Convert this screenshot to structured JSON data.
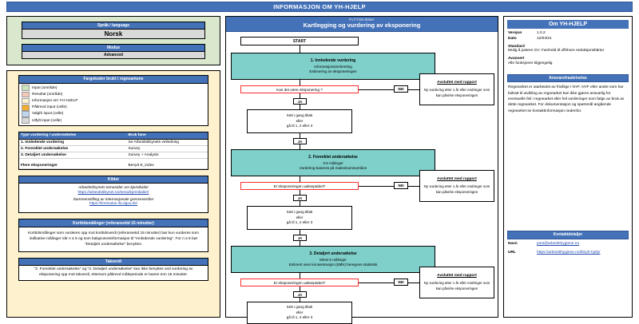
{
  "header": {
    "title": "INFORMASJON OM YH-HJELP"
  },
  "settings": {
    "language": {
      "label": "Språk  / language",
      "value": "Norsk"
    },
    "mode": {
      "label": "Modus",
      "value": "Advanced"
    }
  },
  "legend": {
    "title": "Fargekoder brukt i regnearkene",
    "items": [
      {
        "label": "Input (område)",
        "color": "#c9e3bc"
      },
      {
        "label": "Resultat (område)",
        "color": "#f4c9b8"
      },
      {
        "label": "Informasjon om YH-HJELP",
        "color": "#fdf2cd"
      },
      {
        "label": "Påkrevd input (celle)",
        "color": "#f2ad2e"
      },
      {
        "label": "Valgfri input (celle)",
        "color": "#bdd7ee"
      },
      {
        "label": "Utfylt input (celle)",
        "color": "#d9d9d9"
      }
    ]
  },
  "assessment_table": {
    "columns": [
      "Type vurdering / undersøkelse",
      "Bruk fane"
    ],
    "rows": [
      {
        "type": "1. Innledende vurdering",
        "use": "Se Arbeidstilsynets veiledning"
      },
      {
        "type": "2. Forenklet undersøkelse",
        "use": "Survey"
      },
      {
        "type": "3. Detaljert undersøkelse",
        "use": "Survey + Analysis"
      }
    ],
    "footer": {
      "type": "Flere eksponeringer",
      "use": "Benytt E_index"
    }
  },
  "sources": {
    "title": "Kilder",
    "entries": [
      {
        "text": "Arbeidstilsynets temasider om kjemikalier",
        "url": "https://arbeidstilsynet.no/tema/kjemikalier/"
      },
      {
        "text": "Sammenstilling av internasjonale grenseverdier",
        "url": "https://limitvalue.ifa.dguv.de/"
      }
    ]
  },
  "shortterm": {
    "title": "Korttidsmålinger (referansetid 15 minutter)",
    "body": "Korttidsmålinger som vurderes opp mot korttidsverdi (referansetid 15 minutter) bør kun vurderes som indikative målinger når n ≤ 5 og som bakgrunnsinformasjon til \"Innledende vurdering\". For n ≥ 6 bør \"Detaljert undersøkelse\" benyttes."
  },
  "ceiling": {
    "title": "Takverdi",
    "body": "\"2. Forenklet undersøkelse\" og \"3. Detaljert undersøkelse\" kan ikke benyttes ved vurdering av eksponering opp mot takverdi, ettersom påkrevd måleperiode er lavere enn 15 minutter."
  },
  "flowchart": {
    "kicker": "FLYTSKJEMA",
    "title": "Kartlegging og vurdering av eksponering",
    "start": "START",
    "yes_label": "JA",
    "no_label": "NEI",
    "report": {
      "title": "Avsluttet med rapport",
      "body": "Ny vurdering etter 1 år eller endringer som kan påvirke eksponeringen"
    },
    "action": {
      "l1": "Sett i gang tiltak",
      "l2": "eller",
      "l3": "gå til 1, 2 eller 3"
    },
    "stages": [
      {
        "title": "1. Innledende vurdering",
        "lines": [
          "Informasjonsinnhenting",
          "Estimering av eksponeringen"
        ],
        "decision": "Kan det være eksponering ?"
      },
      {
        "title": "2. Forenklet undersøkelse",
        "lines": [
          "3-5 målinger",
          "Vurdering baseres på maksimumsverdien"
        ],
        "decision": "Er eksponeringen uakseptabel?"
      },
      {
        "title": "3. Detaljert undersøkelse",
        "lines": [
          "Minst 6 målinger",
          "Estimert øvre konsentrasjon (EØK) beregnes statistisk"
        ],
        "decision": "Er eksponeringen uakseptabel?"
      }
    ]
  },
  "about": {
    "title": "Om YH-HJELP",
    "version_label": "Versjon",
    "version_value": "1.0.2",
    "date_label": "Dato",
    "date_value": "12/04/21",
    "standard_label": "Standard",
    "standard_text": "Mulig å justere GV i henhold til offshore reduksjonsfaktor",
    "advanced_label": "Avansert",
    "advanced_text": "Alle funksjoner tilgjengelig"
  },
  "disclaimer": {
    "title": "Ansvarsfraskrivelse",
    "body": "Regnearket er utarbeidet av frivillige i NYF. NYF eller andre som har bidratt til utvikling av regnearket kan ikke gjøres ansvarlig for eventuelle feil i regnearket eller feil vurderinger som følge av bruk av dette regnearket. For dokumentasjon og spørsmål angående regnearket se kontaktinformasjon nedenfor."
  },
  "contact": {
    "title": "Kontaktdetaljer",
    "name_label": "Navn",
    "name_value": "post@arbeidshygiene.no",
    "url_label": "URL",
    "url_value": "https://arbeidshygiene.no/kb/yh-hjelp/"
  }
}
